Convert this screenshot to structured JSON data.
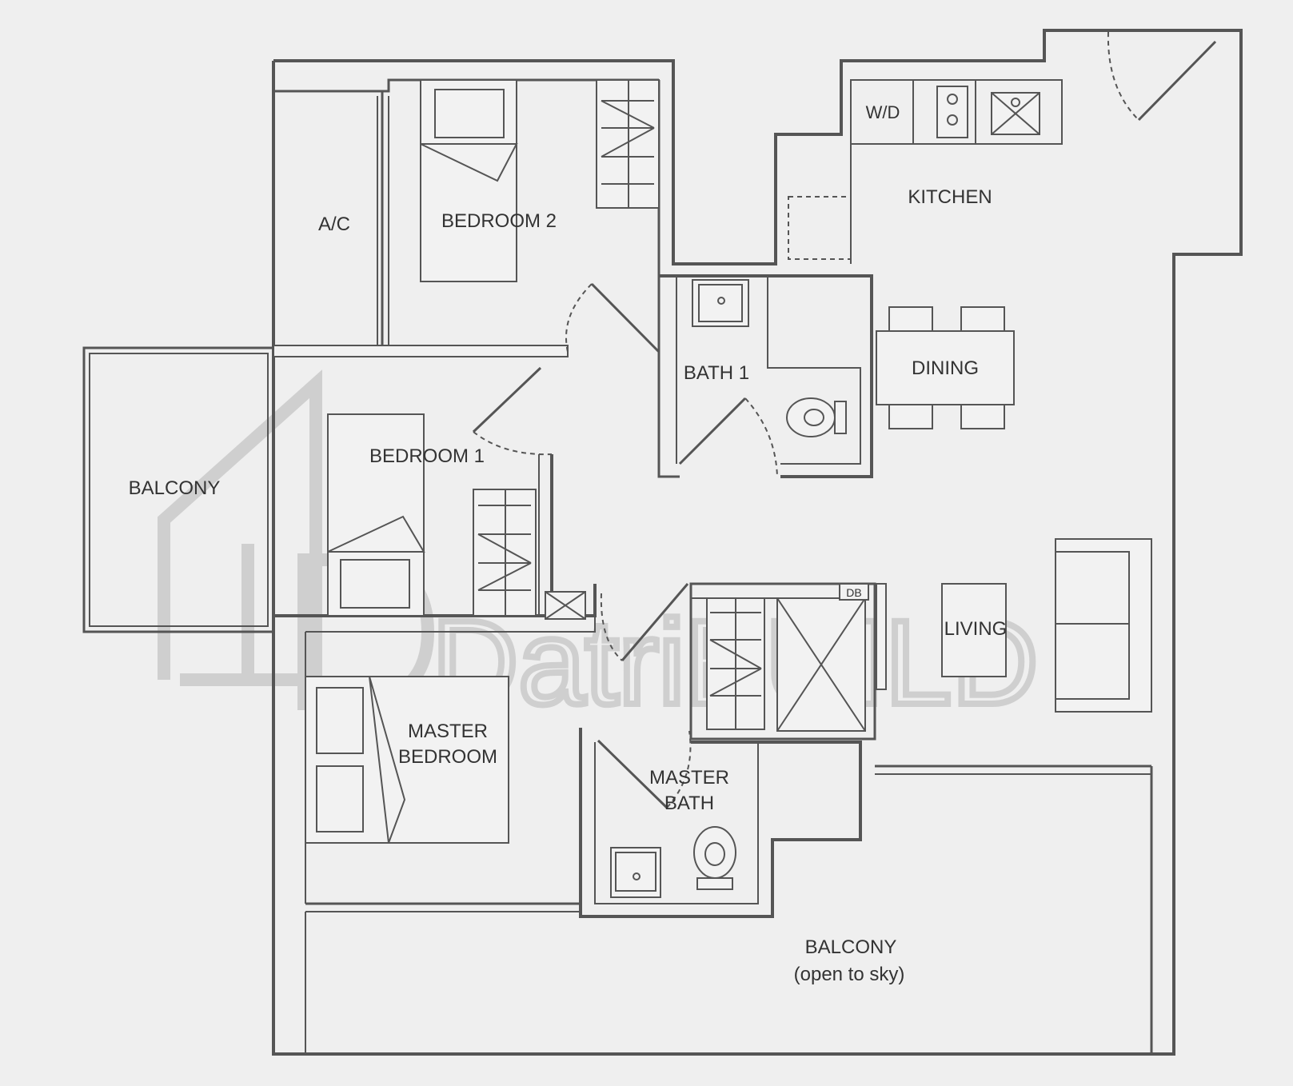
{
  "rooms": {
    "ac": "A/C",
    "bedroom2": "BEDROOM 2",
    "bedroom1": "BEDROOM 1",
    "balcony_left": "BALCONY",
    "bath1": "BATH 1",
    "kitchen": "KITCHEN",
    "wd": "W/D",
    "dining": "DINING",
    "living": "LIVING",
    "db": "DB",
    "master_bedroom_line1": "MASTER",
    "master_bedroom_line2": "BEDROOM",
    "master_bath_line1": "MASTER",
    "master_bath_line2": "BATH",
    "balcony_bottom_line1": "BALCONY",
    "balcony_bottom_line2": "(open to sky)"
  },
  "watermark": {
    "text": "DatriBUILD"
  }
}
